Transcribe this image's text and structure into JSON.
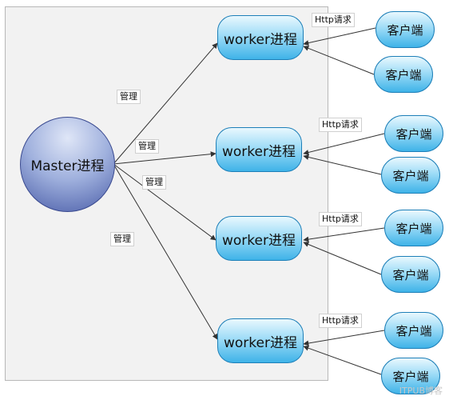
{
  "master": {
    "label": "Master进程"
  },
  "workers": [
    {
      "label": "worker进程"
    },
    {
      "label": "worker进程"
    },
    {
      "label": "worker进程"
    },
    {
      "label": "worker进程"
    }
  ],
  "manage_labels": [
    "管理",
    "管理",
    "管理",
    "管理"
  ],
  "http_labels": [
    "Http请求",
    "Http请求",
    "Http请求",
    "Http请求"
  ],
  "clients": [
    {
      "label": "客户端"
    },
    {
      "label": "客户端"
    },
    {
      "label": "客户端"
    },
    {
      "label": "客户端"
    },
    {
      "label": "客户端"
    },
    {
      "label": "客户端"
    },
    {
      "label": "客户端"
    },
    {
      "label": "客户端"
    }
  ],
  "watermark": "ITPUB博客",
  "colors": {
    "frame_fill": "#f2f2f2",
    "master_fill": "#7f8fcf",
    "node_fill": "#6cc6ef",
    "node_border": "#1d7fb8",
    "line": "#333333"
  }
}
